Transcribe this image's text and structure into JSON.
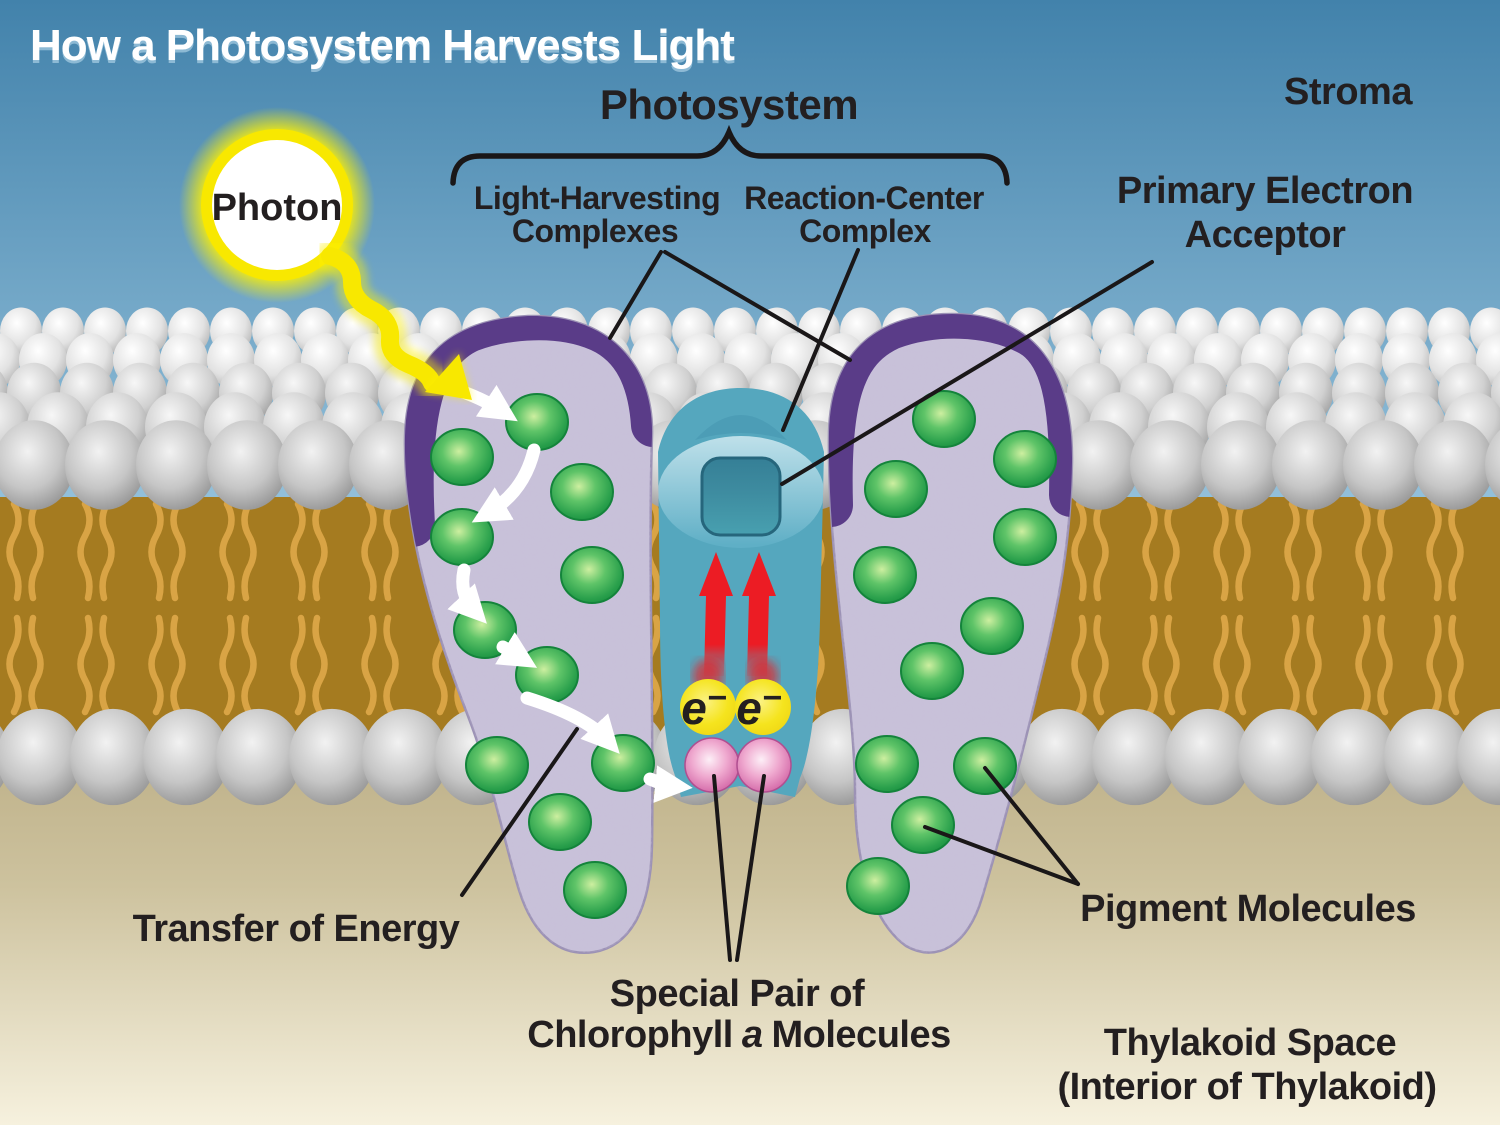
{
  "title": "How a Photosystem Harvests Light",
  "labels": {
    "photosystem": "Photosystem",
    "stroma": "Stroma",
    "light_harvesting_1": "Light-Harvesting",
    "light_harvesting_2": "Complexes",
    "reaction_center_1": "Reaction-Center",
    "reaction_center_2": "Complex",
    "primary_acceptor_1": "Primary Electron",
    "primary_acceptor_2": "Acceptor",
    "photon": "Photon",
    "transfer_of_energy": "Transfer of Energy",
    "special_pair_1": "Special Pair of",
    "special_pair_2_pre": "Chlorophyll",
    "special_pair_2_italic": "a",
    "special_pair_2_post": "Molecules",
    "pigment_molecules": "Pigment Molecules",
    "thylakoid_1": "Thylakoid Space",
    "thylakoid_2": "(Interior of Thylakoid)",
    "electron": "e",
    "electron_minus": "−"
  },
  "colors": {
    "sky_top": "#4282AB",
    "sky_bottom": "#93C0DA",
    "membrane_brown": "#A57B20",
    "tail_gold": "#D9A445",
    "thylakoid_tan_top": "#C3B78F",
    "thylakoid_tan_bottom": "#F6F1DE",
    "complex_lavender": "#C8C1D9",
    "complex_cap_purple": "#5A3C88",
    "reaction_center_teal": "#55A7BE",
    "acceptor_square_teal": "#3E8CA0",
    "pigment_green": "#2FA04C",
    "special_pair_pink": "#D873AE",
    "electron_yellow": "#F5E41E",
    "arrow_red": "#EC1C24",
    "photon_yellow": "#F8E800",
    "label_text": "#231F20",
    "title_text": "#FFFFFF"
  }
}
